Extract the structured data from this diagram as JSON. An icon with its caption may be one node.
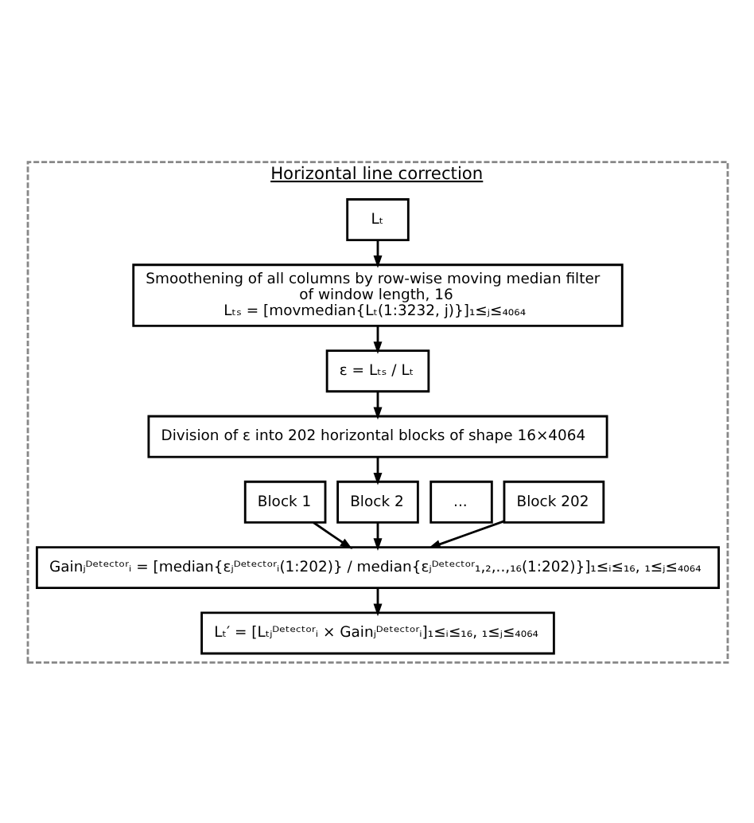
{
  "diagram": {
    "nodes": [
      {
        "text": [
          "Horizontal line correction"
        ]
      },
      {
        "text": [
          "Lₜ"
        ],
        "in": 0
      },
      {
        "text": [
          "Smoothening of all columns by row-wise moving median filter of window length, 16",
          "Lₜₛ = [movmedian{Lₜ(1:3232, j)}]₁≤ⱼ≤₄₀₆₄"
        ],
        "in": 0
      },
      {
        "text": [
          "ε = Lₜₛ / Lₜ"
        ],
        "in": 0
      },
      {
        "text": [
          "Division of ε into 202 horizontal blocks of shape 16×4064"
        ],
        "in": 0
      },
      {
        "text": [
          "Block 1"
        ],
        "in": 0
      },
      {
        "text": [
          "Block 2"
        ],
        "in": 0
      },
      {
        "text": [
          "..."
        ],
        "in": 0
      },
      {
        "text": [
          "Block 202"
        ],
        "in": 0
      },
      {
        "text": [
          "Gainⱼᴰᵉᵗᵉᶜᵗᵒʳᵢ = [median{εⱼᴰᵉᵗᵉᶜᵗᵒʳᵢ(1:202)} / median{εⱼᴰᵉᵗᵉᶜᵗᵒʳ₁,₂,..,₁₆(1:202)}]₁≤ᵢ≤₁₆, ₁≤ⱼ≤₄₀₆₄"
        ],
        "in": 0
      },
      {
        "text": [
          "Lₜ′ = [Lₜⱼᴰᵉᵗᵉᶜᵗᵒʳᵢ × Gainⱼᴰᵉᵗᵉᶜᵗᵒʳᵢ]₁≤ᵢ≤₁₆, ₁≤ⱼ≤₄₀₆₄"
        ],
        "in": 0
      }
    ],
    "edges": [
      {
        "from": 1,
        "to": 2,
        "arrow": "to"
      },
      {
        "from": 2,
        "to": 3,
        "arrow": "to"
      },
      {
        "from": 3,
        "to": 4,
        "arrow": "to"
      },
      {
        "from": 4,
        "to": 6,
        "arrow": "to"
      },
      {
        "from": 5,
        "to": 9,
        "arrow": "to"
      },
      {
        "from": 6,
        "to": 9,
        "arrow": "to"
      },
      {
        "from": 8,
        "to": 9,
        "arrow": "to"
      },
      {
        "from": 9,
        "to": 10,
        "arrow": "to"
      }
    ]
  }
}
